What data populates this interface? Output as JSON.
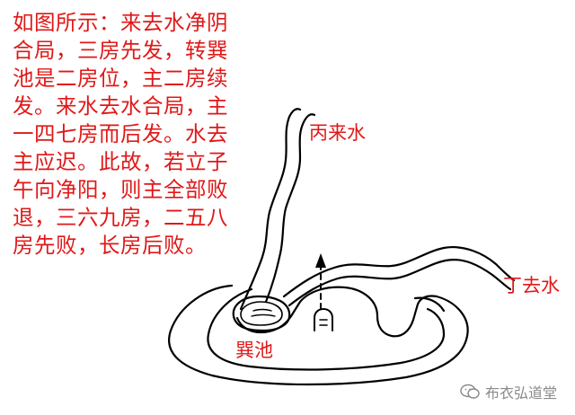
{
  "description_lines": [
    "如图所示：来去水净阴",
    "合局，三房先发，转巽",
    "池是二房位，主二房续",
    "发。来水去水合局，主",
    "一四七房而后发。水去",
    "主应迟。此故，若立子",
    "午向净阳，则主全部败",
    "退，三六九房，二五八",
    "房先败，长房后败。"
  ],
  "labels": {
    "incoming_water": "丙来水",
    "outgoing_water": "丁去水",
    "pool": "巽池"
  },
  "watermark": "布衣弘道堂",
  "colors": {
    "text_red": "#e01818",
    "line": "#000000",
    "watermark": "#8a8a8a"
  }
}
